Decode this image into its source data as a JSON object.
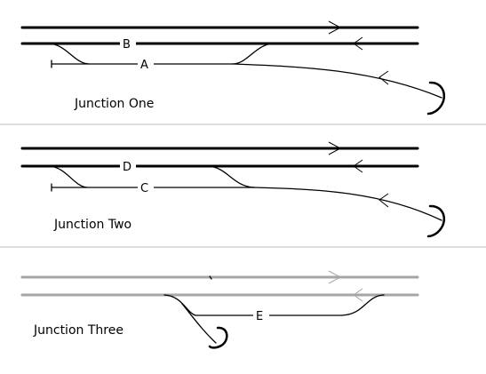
{
  "junctions": [
    {
      "title": "Junction One",
      "labels": [
        "B",
        "A"
      ]
    },
    {
      "title": "Junction Two",
      "labels": [
        "D",
        "C"
      ]
    },
    {
      "title": "Junction Three",
      "labels": [
        "E"
      ]
    }
  ],
  "colors": {
    "main_track": "#000000",
    "faded_track": "#a6a6a6",
    "divider": "#bdbdbd"
  }
}
